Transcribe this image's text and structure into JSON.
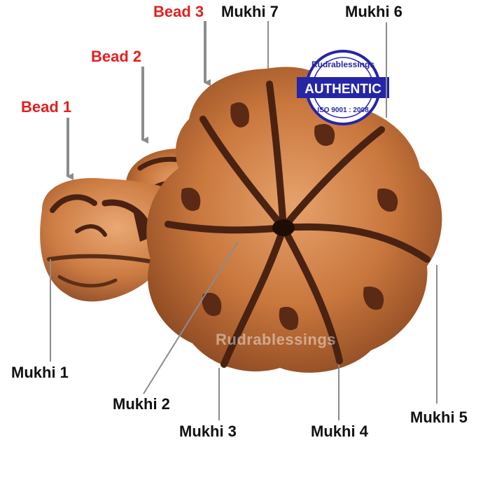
{
  "labels": {
    "bead_1": "Bead 1",
    "bead_2": "Bead 2",
    "bead_3": "Bead 3",
    "mukhi_1": "Mukhi 1",
    "mukhi_2": "Mukhi 2",
    "mukhi_3": "Mukhi 3",
    "mukhi_4": "Mukhi 4",
    "mukhi_5": "Mukhi 5",
    "mukhi_6": "Mukhi 6",
    "mukhi_7": "Mukhi 7"
  },
  "badge": {
    "top_text": "Rudrablessings",
    "main_text": "AUTHENTIC",
    "bottom_text": "ISO 9001 : 2008"
  },
  "watermark": "Rudrablessings",
  "colors": {
    "bead_label": "#e41f1f",
    "mukhi_label": "#111111",
    "pointer": "#8c8c8c",
    "bead_skin": "#c8773f",
    "bead_groove": "#4a2212",
    "badge_blue": "#2525a8"
  }
}
